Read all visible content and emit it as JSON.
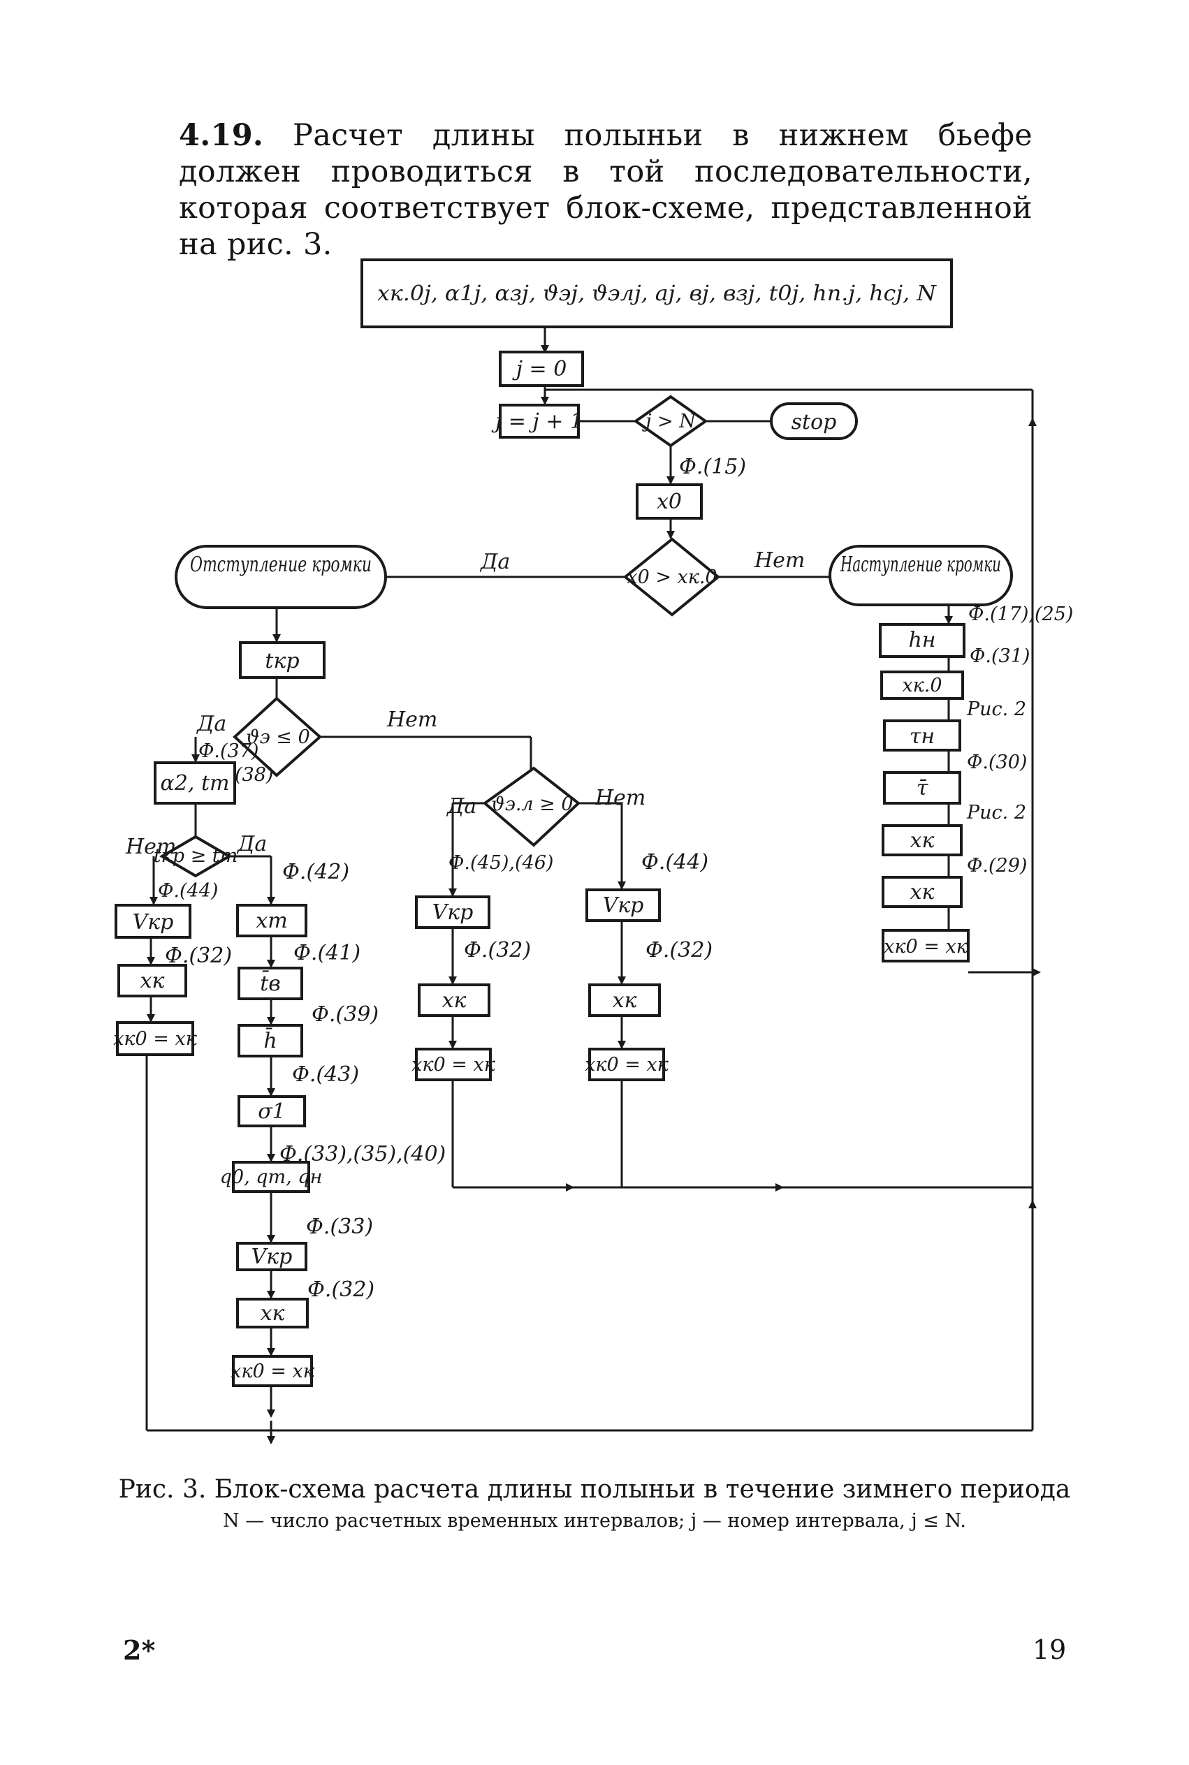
{
  "paragraph": {
    "number": "4.19.",
    "text": "Расчет длины полыньи в нижнем бьефе должен проводиться в той последовательности, которая соответствует блок-схеме, представленной на рис. 3."
  },
  "flowchart": {
    "blocks": [
      {
        "id": "input",
        "text": "xк.0j, α1j, αзj, ϑэj, ϑэлj, aj, вj, взj, t0j, hп.j, hcj, N"
      },
      {
        "id": "j0",
        "text": "j = 0"
      },
      {
        "id": "jinc",
        "text": "j = j + 1"
      },
      {
        "id": "cond-j",
        "text": "j > N"
      },
      {
        "id": "stop",
        "text": "stop"
      },
      {
        "id": "x0",
        "text": "x0"
      },
      {
        "id": "cond-x0",
        "text": "x0 > xк.0"
      },
      {
        "id": "retreat",
        "text": "Отступление кромки"
      },
      {
        "id": "advance",
        "text": "Наступление кромки"
      },
      {
        "id": "tkr",
        "text": "tкр"
      },
      {
        "id": "cond-theta",
        "text": "ϑэ ≤ 0"
      },
      {
        "id": "a2tt",
        "text": "α2, tт"
      },
      {
        "id": "cond-t",
        "text": "tкр ≥ tт"
      },
      {
        "id": "vkr-a",
        "text": "Vкр"
      },
      {
        "id": "xk-a",
        "text": "xк"
      },
      {
        "id": "xk0-a",
        "text": "xк0 = xк"
      },
      {
        "id": "xt",
        "text": "xт"
      },
      {
        "id": "tv",
        "text": "t̄в"
      },
      {
        "id": "hbar",
        "text": "h̄"
      },
      {
        "id": "sigma",
        "text": "σ1"
      },
      {
        "id": "q",
        "text": "q0, qт, qн"
      },
      {
        "id": "vkr-b",
        "text": "Vкр"
      },
      {
        "id": "xk-b",
        "text": "xк"
      },
      {
        "id": "xk0-b",
        "text": "xк0 = xк"
      },
      {
        "id": "cond-thetal",
        "text": "ϑэ.л ≥ 0"
      },
      {
        "id": "vkr-c",
        "text": "Vкр"
      },
      {
        "id": "xk-c",
        "text": "xк"
      },
      {
        "id": "xk0-c",
        "text": "xк0 = xк"
      },
      {
        "id": "vkr-d",
        "text": "Vкр"
      },
      {
        "id": "xk-d",
        "text": "xк"
      },
      {
        "id": "xk0-d",
        "text": "xк0 = xк"
      },
      {
        "id": "hn",
        "text": "hн"
      },
      {
        "id": "xk0-e",
        "text": "xк.0"
      },
      {
        "id": "taun",
        "text": "τн"
      },
      {
        "id": "taubar",
        "text": "τ̄"
      },
      {
        "id": "xk-e",
        "text": "xк"
      },
      {
        "id": "xk-f",
        "text": "xк"
      },
      {
        "id": "xk0-f",
        "text": "xк0 = xк"
      }
    ],
    "labels": [
      {
        "id": "f15",
        "text": "Ф.(15)"
      },
      {
        "id": "yes-main",
        "text": "Да"
      },
      {
        "id": "no-main",
        "text": "Нет"
      },
      {
        "id": "yes-theta",
        "text": "Да"
      },
      {
        "id": "no-theta",
        "text": "Нет"
      },
      {
        "id": "f37",
        "text": "Ф.(37)"
      },
      {
        "id": "f38",
        "text": "(38)"
      },
      {
        "id": "no-t",
        "text": "Нет"
      },
      {
        "id": "yes-t",
        "text": "Да"
      },
      {
        "id": "f44a",
        "text": "Ф.(44)"
      },
      {
        "id": "f32a",
        "text": "Ф.(32)"
      },
      {
        "id": "f42",
        "text": "Ф.(42)"
      },
      {
        "id": "f41",
        "text": "Ф.(41)"
      },
      {
        "id": "f39",
        "text": "Ф.(39)"
      },
      {
        "id": "f43",
        "text": "Ф.(43)"
      },
      {
        "id": "f333540",
        "text": "Ф.(33),(35),(40)"
      },
      {
        "id": "f33",
        "text": "Ф.(33)"
      },
      {
        "id": "f32b",
        "text": "Ф.(32)"
      },
      {
        "id": "yes-thetal",
        "text": "Да"
      },
      {
        "id": "no-thetal",
        "text": "Нет"
      },
      {
        "id": "f4546",
        "text": "Ф.(45),(46)"
      },
      {
        "id": "f44b",
        "text": "Ф.(44)"
      },
      {
        "id": "f32c",
        "text": "Ф.(32)"
      },
      {
        "id": "f32d",
        "text": "Ф.(32)"
      },
      {
        "id": "f1725",
        "text": "Ф.(17),(25)"
      },
      {
        "id": "f31",
        "text": "Ф.(31)"
      },
      {
        "id": "ris2a",
        "text": "Рис. 2"
      },
      {
        "id": "f30",
        "text": "Ф.(30)"
      },
      {
        "id": "ris2b",
        "text": "Рис. 2"
      },
      {
        "id": "f29",
        "text": "Ф.(29)"
      }
    ]
  },
  "caption": {
    "title": "Рис. 3. Блок-схема расчета длины полыньи в течение зимнего периода",
    "note": "N — число расчетных временных интервалов; j — номер интервала, j ≤ N."
  },
  "footer": {
    "signature": "2*",
    "page_number": "19"
  }
}
